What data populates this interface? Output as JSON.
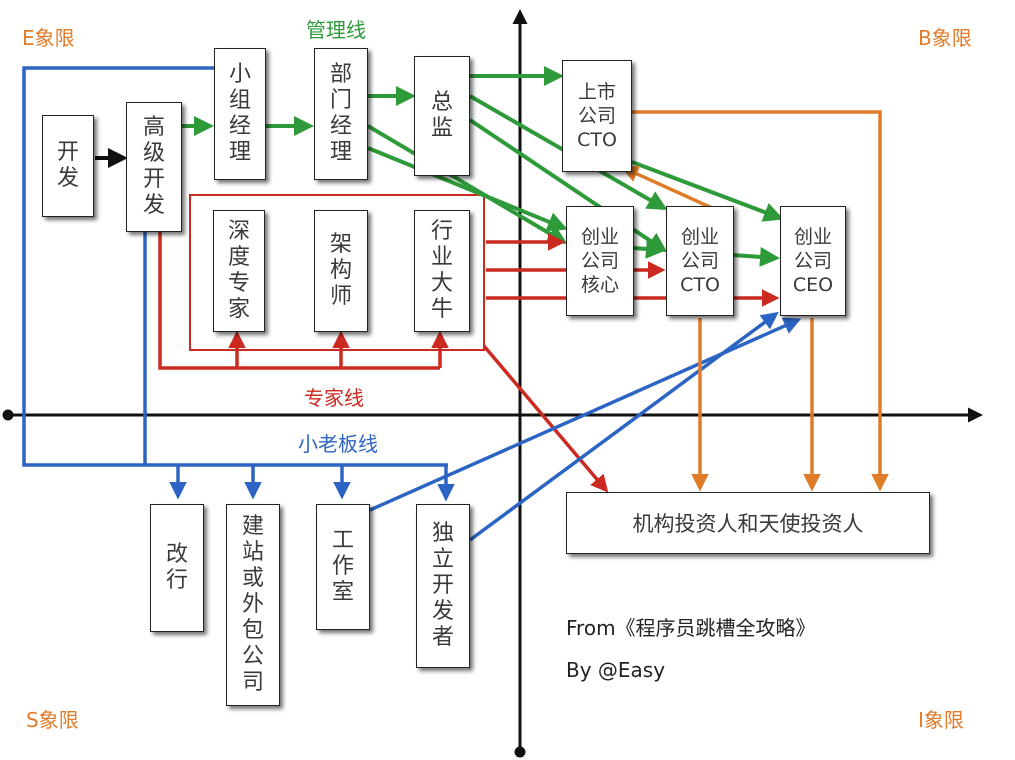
{
  "colors": {
    "management": "#2e9a3a",
    "expert": "#cc2a20",
    "indie": "#2c64c4",
    "investor": "#e07b2a",
    "axis": "#111111",
    "quadrant": "#e07b2a"
  },
  "quadrants": {
    "e": "E象限",
    "b": "B象限",
    "s": "S象限",
    "i": "I象限"
  },
  "line_labels": {
    "management": "管理线",
    "expert": "专家线",
    "indie": "小老板线"
  },
  "boxes": {
    "dev": "开发",
    "senior_dev": "高级开发",
    "team_manager": "小组经理",
    "dept_manager": "部门经理",
    "director": "总监",
    "listed_cto": "上市\n公司\nCTO",
    "startup_core": "创业\n公司\n核心",
    "startup_cto": "创业\n公司\nCTO",
    "startup_ceo": "创业\n公司\nCEO",
    "deep_expert": "深度专家",
    "architect": "架构师",
    "industry_guru": "行业大牛",
    "career_change": "改行",
    "website_outsourcing": "建站或外包公司",
    "studio": "工作室",
    "indie_dev": "独立开发者",
    "investors": "机构投资人和天使投资人"
  },
  "credits": {
    "from": "From《程序员跳槽全攻略》",
    "by": "By @Easy"
  }
}
